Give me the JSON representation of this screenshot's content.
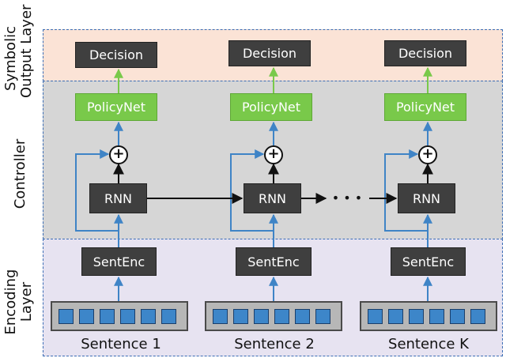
{
  "layers": {
    "output": "Symbolic\nOutput Layer",
    "controller": "Controller",
    "encoding": "Encoding\nLayer"
  },
  "columns": [
    {
      "decision": "Decision",
      "policy": "PolicyNet",
      "rnn": "RNN",
      "sentenc": "SentEnc",
      "sentence": "Sentence 1"
    },
    {
      "decision": "Decision",
      "policy": "PolicyNet",
      "rnn": "RNN",
      "sentenc": "SentEnc",
      "sentence": "Sentence 2"
    },
    {
      "decision": "Decision",
      "policy": "PolicyNet",
      "rnn": "RNN",
      "sentenc": "SentEnc",
      "sentence": "Sentence K"
    }
  ],
  "plus_symbol": "+",
  "ellipsis": "• • •",
  "colors": {
    "output_band": "#fbe3d6",
    "controller_band": "#d6d6d6",
    "encoding_band": "#e7e3f1",
    "policy_green": "#79c94a",
    "arrow_blue": "#3f84c6",
    "dark_box": "#3f3f3f"
  }
}
